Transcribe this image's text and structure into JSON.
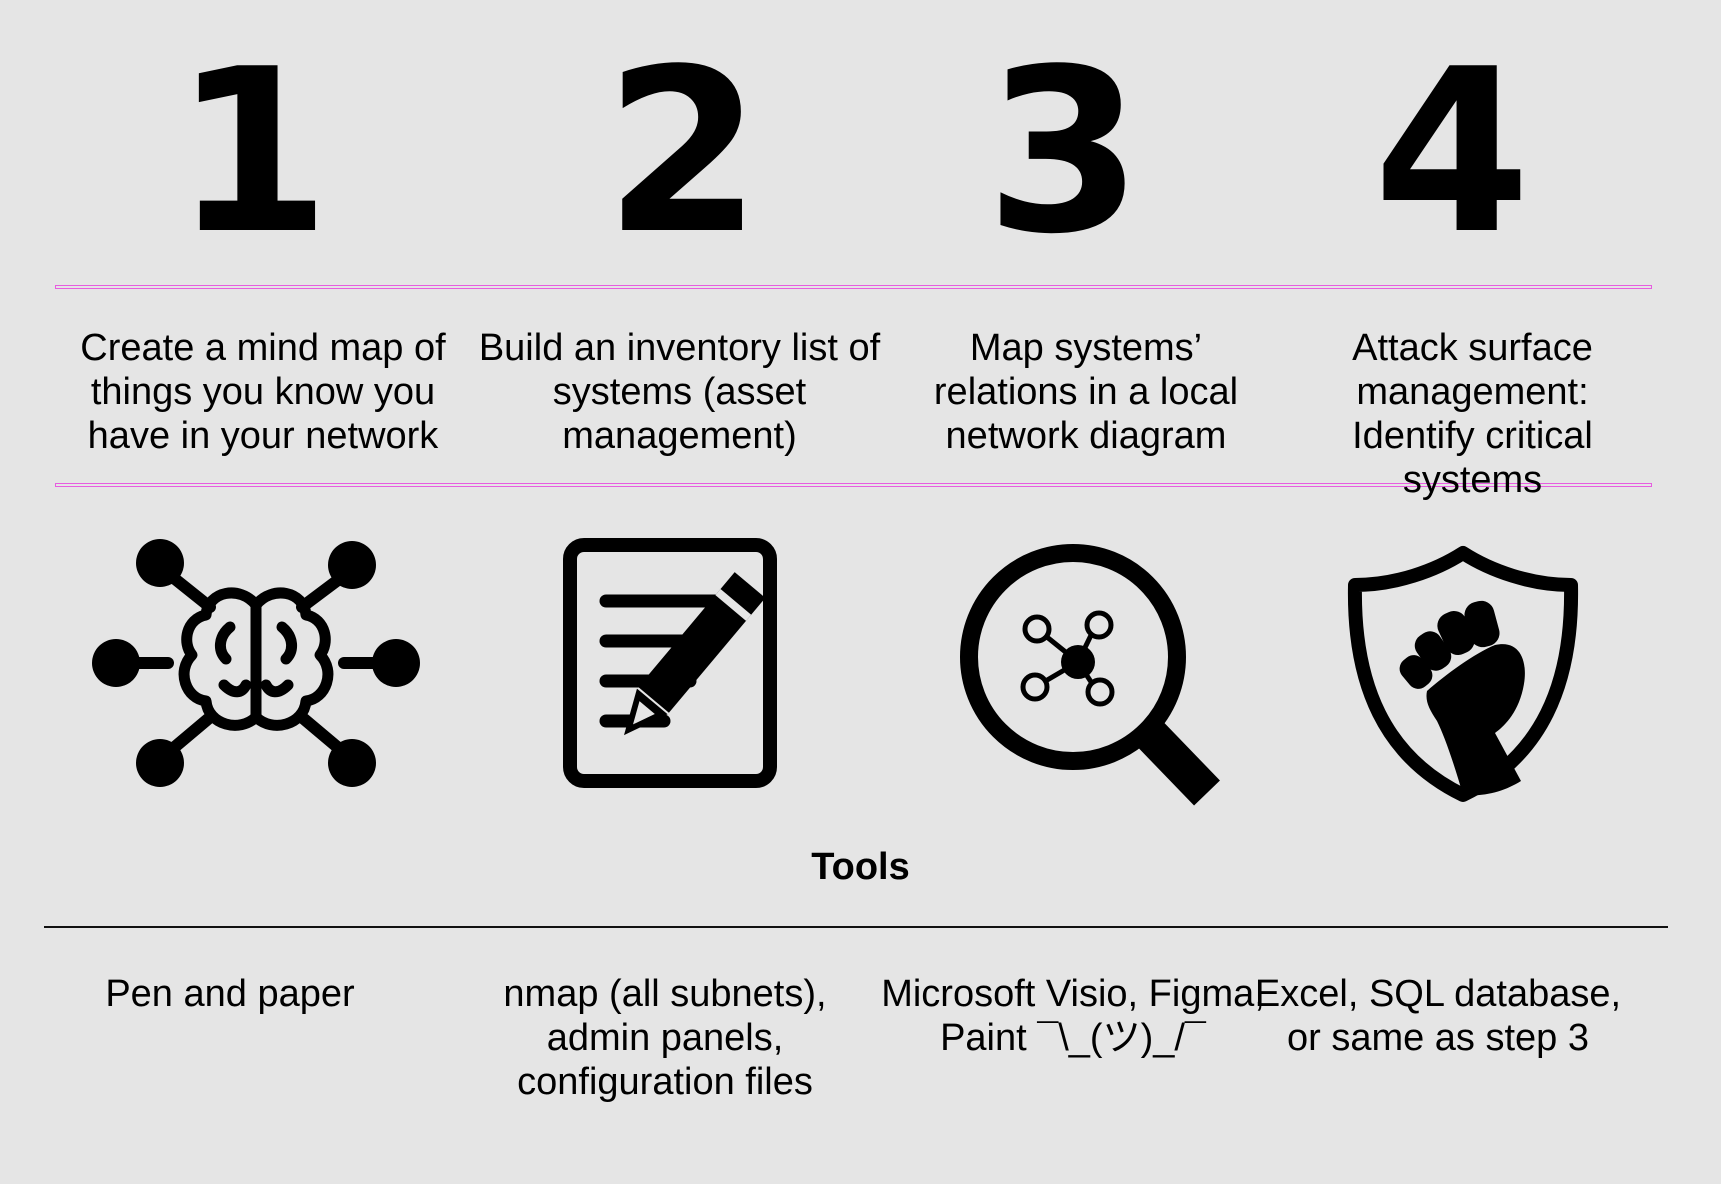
{
  "steps": [
    {
      "number": "1",
      "description": "Create a mind map of things you know you have in your network",
      "icon": "brain-network-icon",
      "tools": "Pen and paper"
    },
    {
      "number": "2",
      "description": "Build an inventory list of systems (asset management)",
      "icon": "document-pencil-icon",
      "tools": "nmap (all subnets), admin panels, configuration files"
    },
    {
      "number": "3",
      "description": "Map systems’ relations in a local network diagram",
      "icon": "magnifier-network-icon",
      "tools": "Microsoft Visio, Figma, Paint ¯\\_(ツ)_/¯"
    },
    {
      "number": "4",
      "description": "Attack surface management: Identify critical systems",
      "icon": "shield-fist-icon",
      "tools": "Excel, SQL database, or same as step 3"
    }
  ],
  "tools_heading": "Tools",
  "colors": {
    "background": "#e5e5e5",
    "accent_divider": "#e75de0",
    "ink": "#000000"
  }
}
